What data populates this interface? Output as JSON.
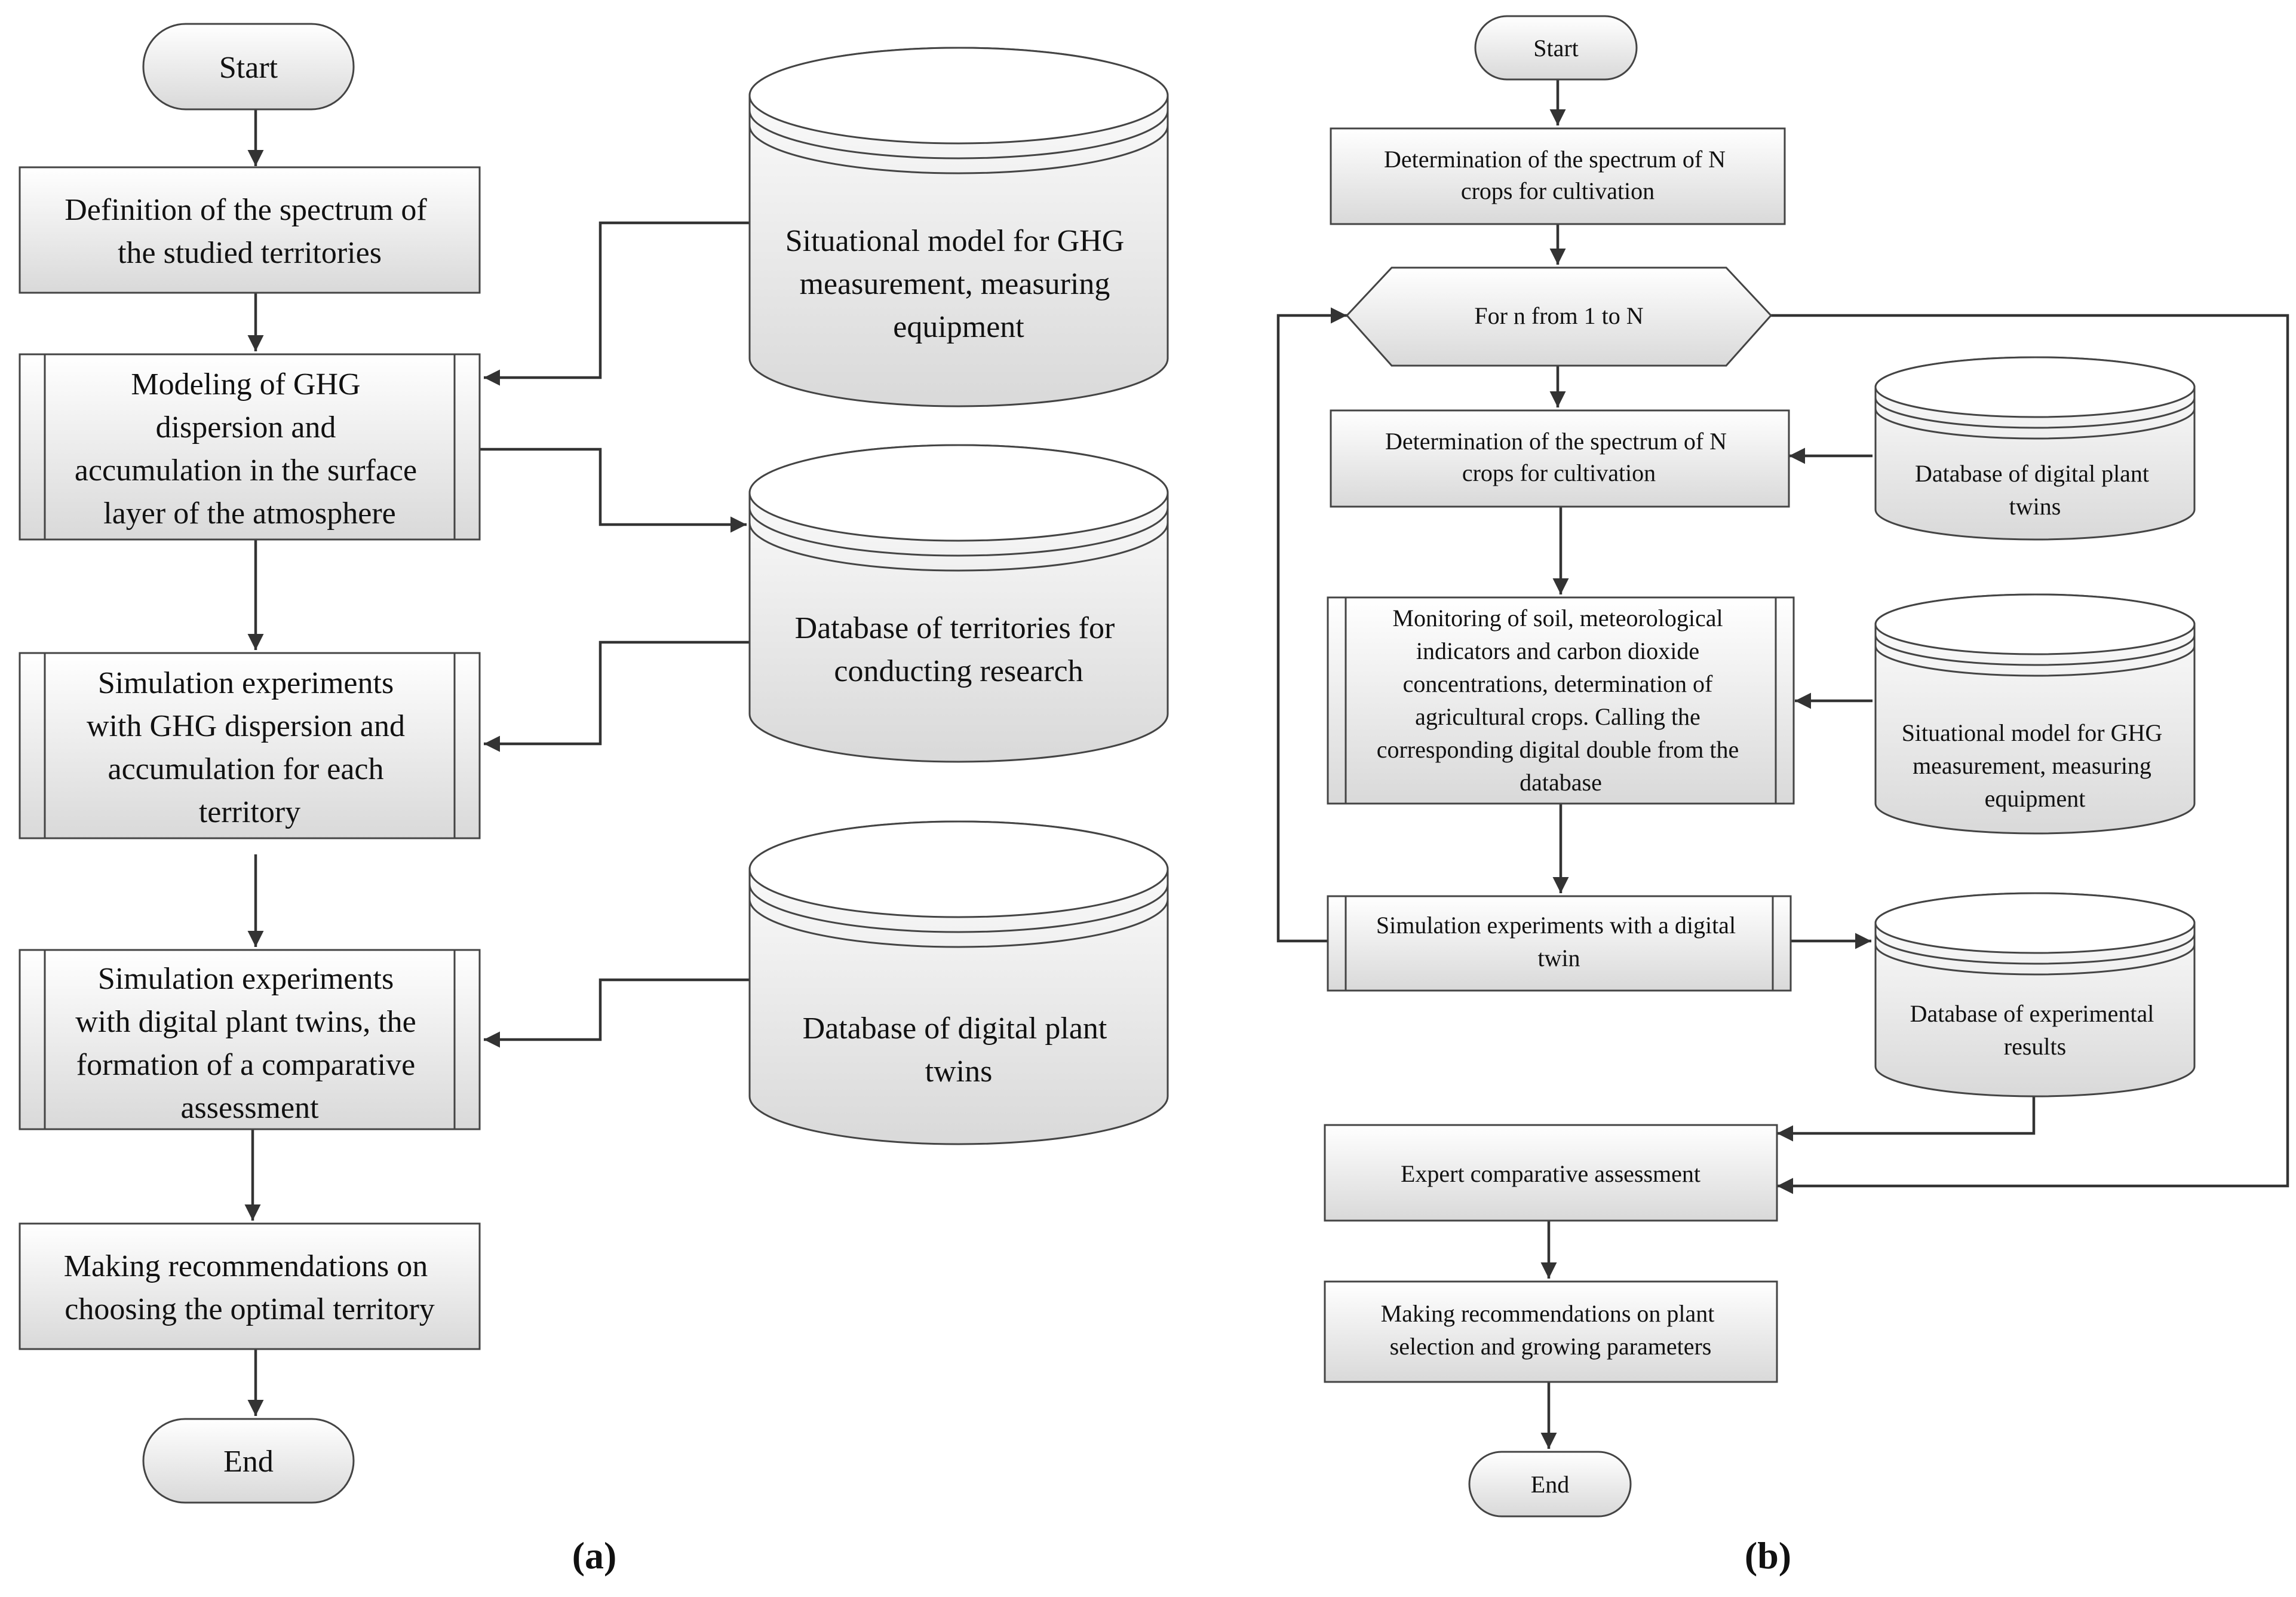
{
  "panel_a": {
    "caption": "(a)",
    "start": "Start",
    "end": "End",
    "steps": [
      [
        "Definition of the spectrum of",
        "the studied territories"
      ],
      [
        "Modeling of GHG",
        "dispersion and",
        "accumulation in the surface",
        "layer of the atmosphere"
      ],
      [
        "Simulation experiments",
        "with GHG dispersion and",
        "accumulation for each",
        "territory"
      ],
      [
        "Simulation experiments",
        "with digital plant twins, the",
        "formation of a comparative",
        "assessment"
      ],
      [
        "Making recommendations on",
        "choosing the optimal territory"
      ]
    ],
    "databases": [
      [
        "Situational model for GHG",
        "measurement, measuring",
        "equipment"
      ],
      [
        "Database of territories for",
        "conducting research"
      ],
      [
        "Database of digital plant",
        "twins"
      ]
    ]
  },
  "panel_b": {
    "caption": "(b)",
    "start": "Start",
    "end": "End",
    "loop": "For n from 1 to N",
    "steps": [
      [
        "Determination of the spectrum of N",
        "crops for cultivation"
      ],
      [
        "Determination of the spectrum of N",
        "crops for cultivation"
      ],
      [
        "Monitoring of soil, meteorological",
        "indicators and carbon dioxide",
        "concentrations, determination of",
        "agricultural crops. Calling the",
        "corresponding digital double from the",
        "database"
      ],
      [
        "Simulation experiments with a digital",
        "twin"
      ],
      [
        "Expert comparative assessment"
      ],
      [
        "Making recommendations on plant",
        "selection and growing parameters"
      ]
    ],
    "databases": [
      [
        "Database of digital plant",
        "twins"
      ],
      [
        "Situational model for GHG",
        "measurement, measuring",
        "equipment"
      ],
      [
        "Database of experimental",
        "results"
      ]
    ]
  }
}
